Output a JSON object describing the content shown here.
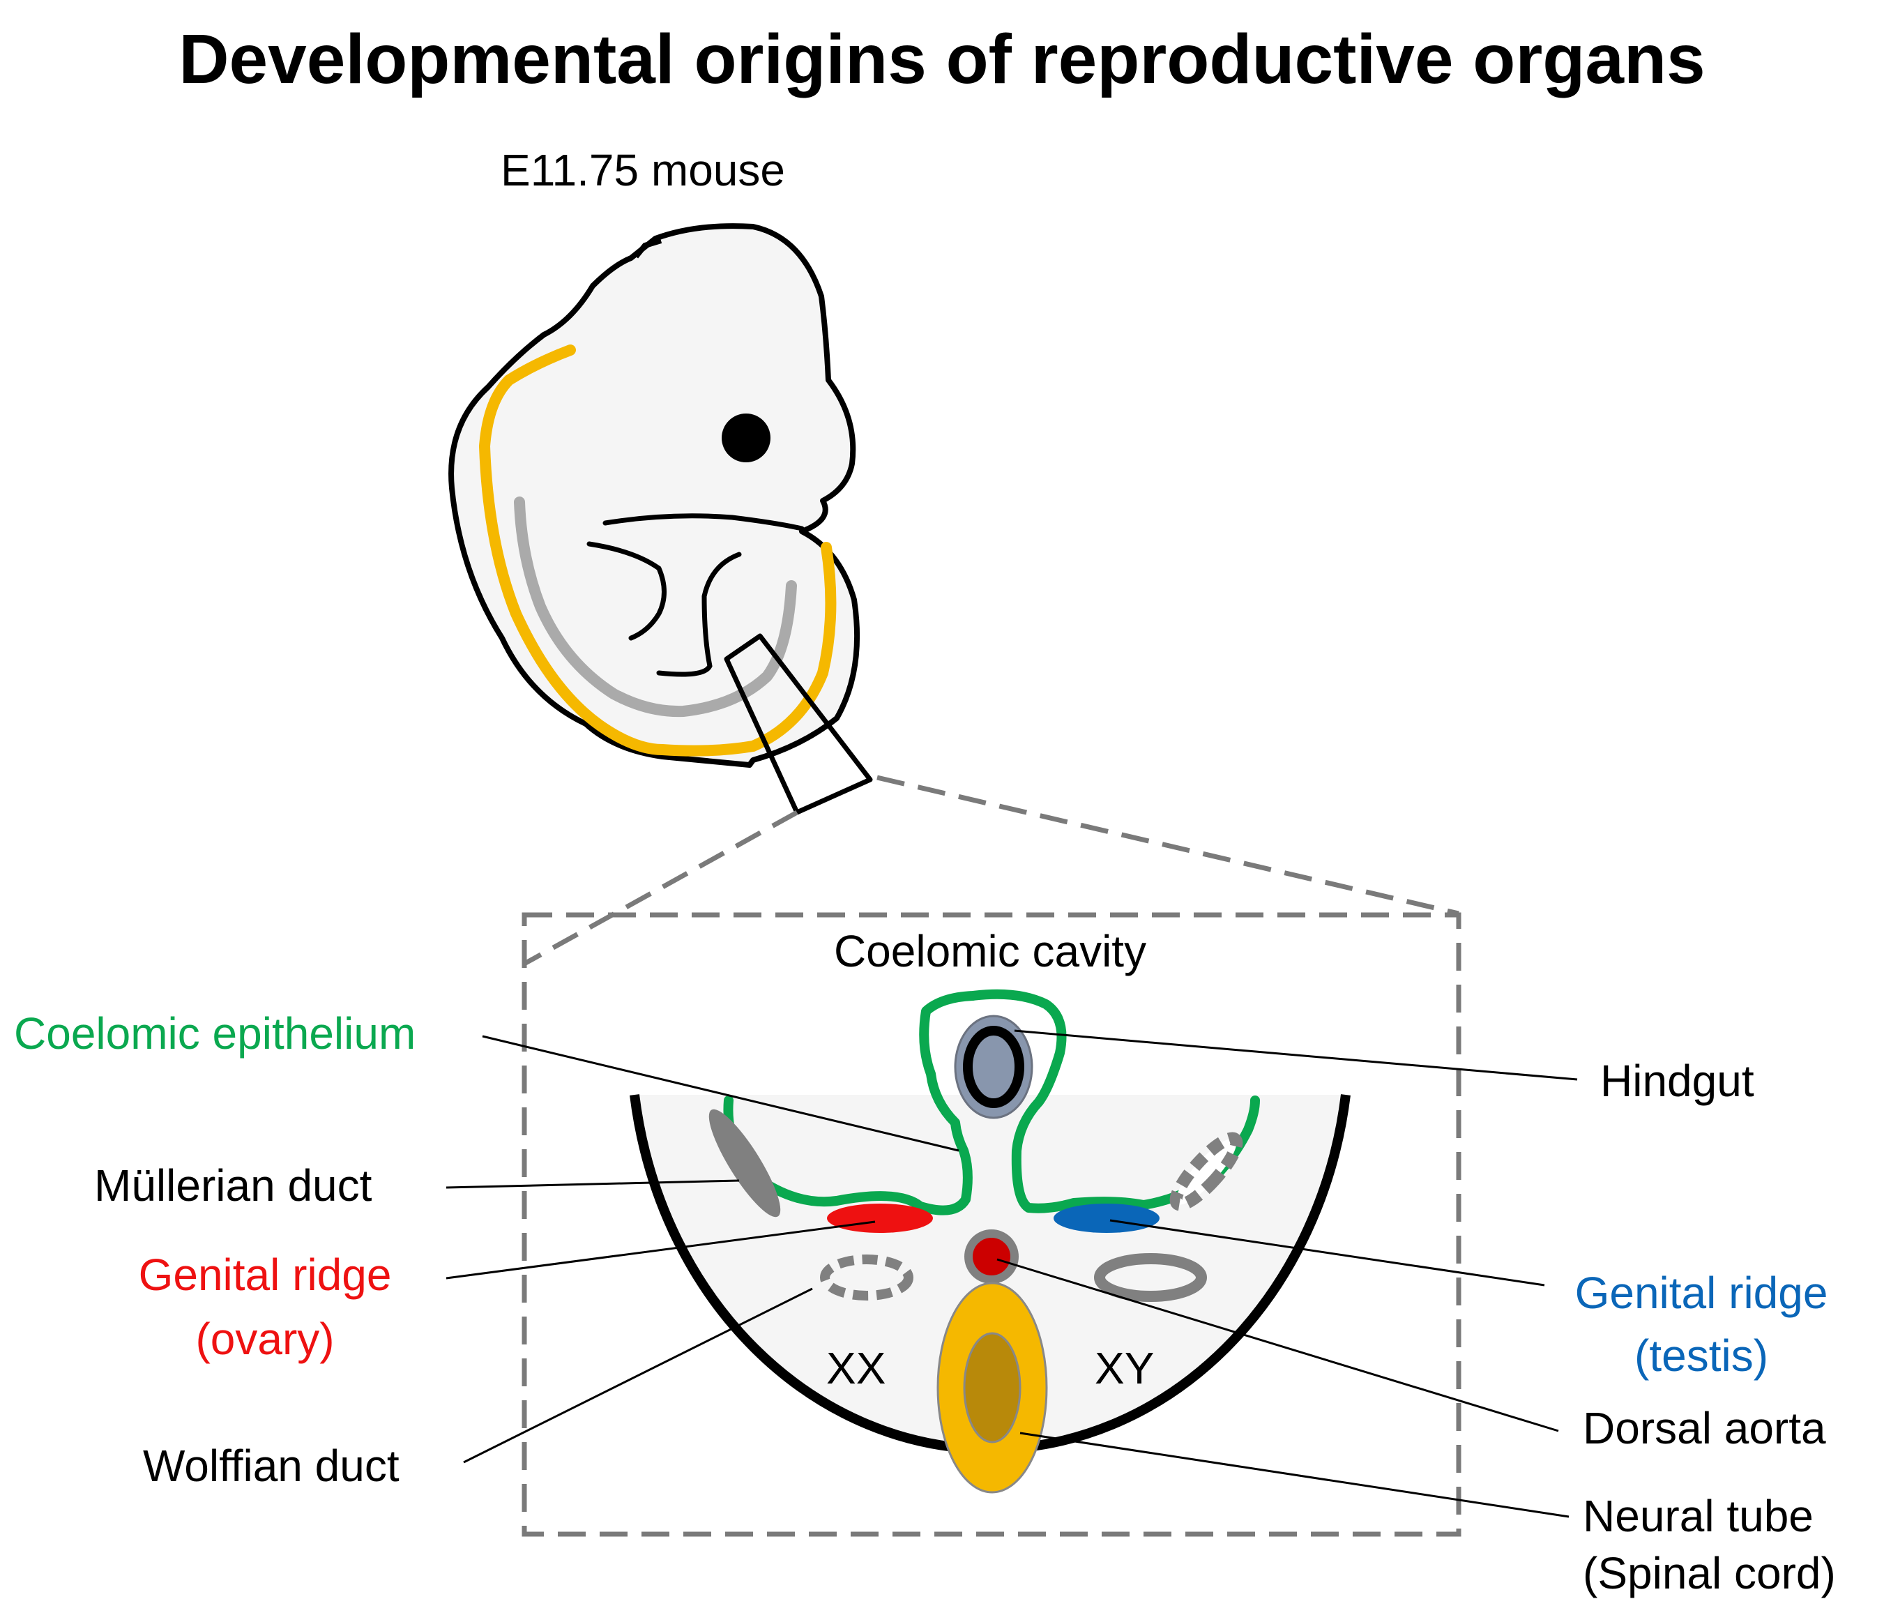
{
  "title": "Developmental origins of reproductive organs",
  "embryo_label": "E11.75 mouse",
  "cross_section": {
    "cavity_label": "Coelomic cavity",
    "left_sex": "XX",
    "right_sex": "XY"
  },
  "labels": {
    "coelomic_epithelium": "Coelomic epithelium",
    "mullerian_duct": "Müllerian duct",
    "genital_ridge_ovary_line1": "Genital ridge",
    "genital_ridge_ovary_line2": "(ovary)",
    "wolffian_duct": "Wolffian duct",
    "hindgut": "Hindgut",
    "genital_ridge_testis_line1": "Genital ridge",
    "genital_ridge_testis_line2": "(testis)",
    "dorsal_aorta": "Dorsal aorta",
    "neural_tube_line1": "Neural tube",
    "neural_tube_line2": "(Spinal cord)"
  },
  "colors": {
    "coelomic_epithelium": "#0aa84f",
    "genital_ridge_ovary": "#ee1111",
    "genital_ridge_testis": "#0a66b8",
    "neural_tube": "#f5b800",
    "neural_tube_core": "#b8890a",
    "hindgut": "#8896ad",
    "dorsal_aorta": "#cc0000",
    "duct": "#808080",
    "tissue_fill": "#f5f5f5"
  }
}
